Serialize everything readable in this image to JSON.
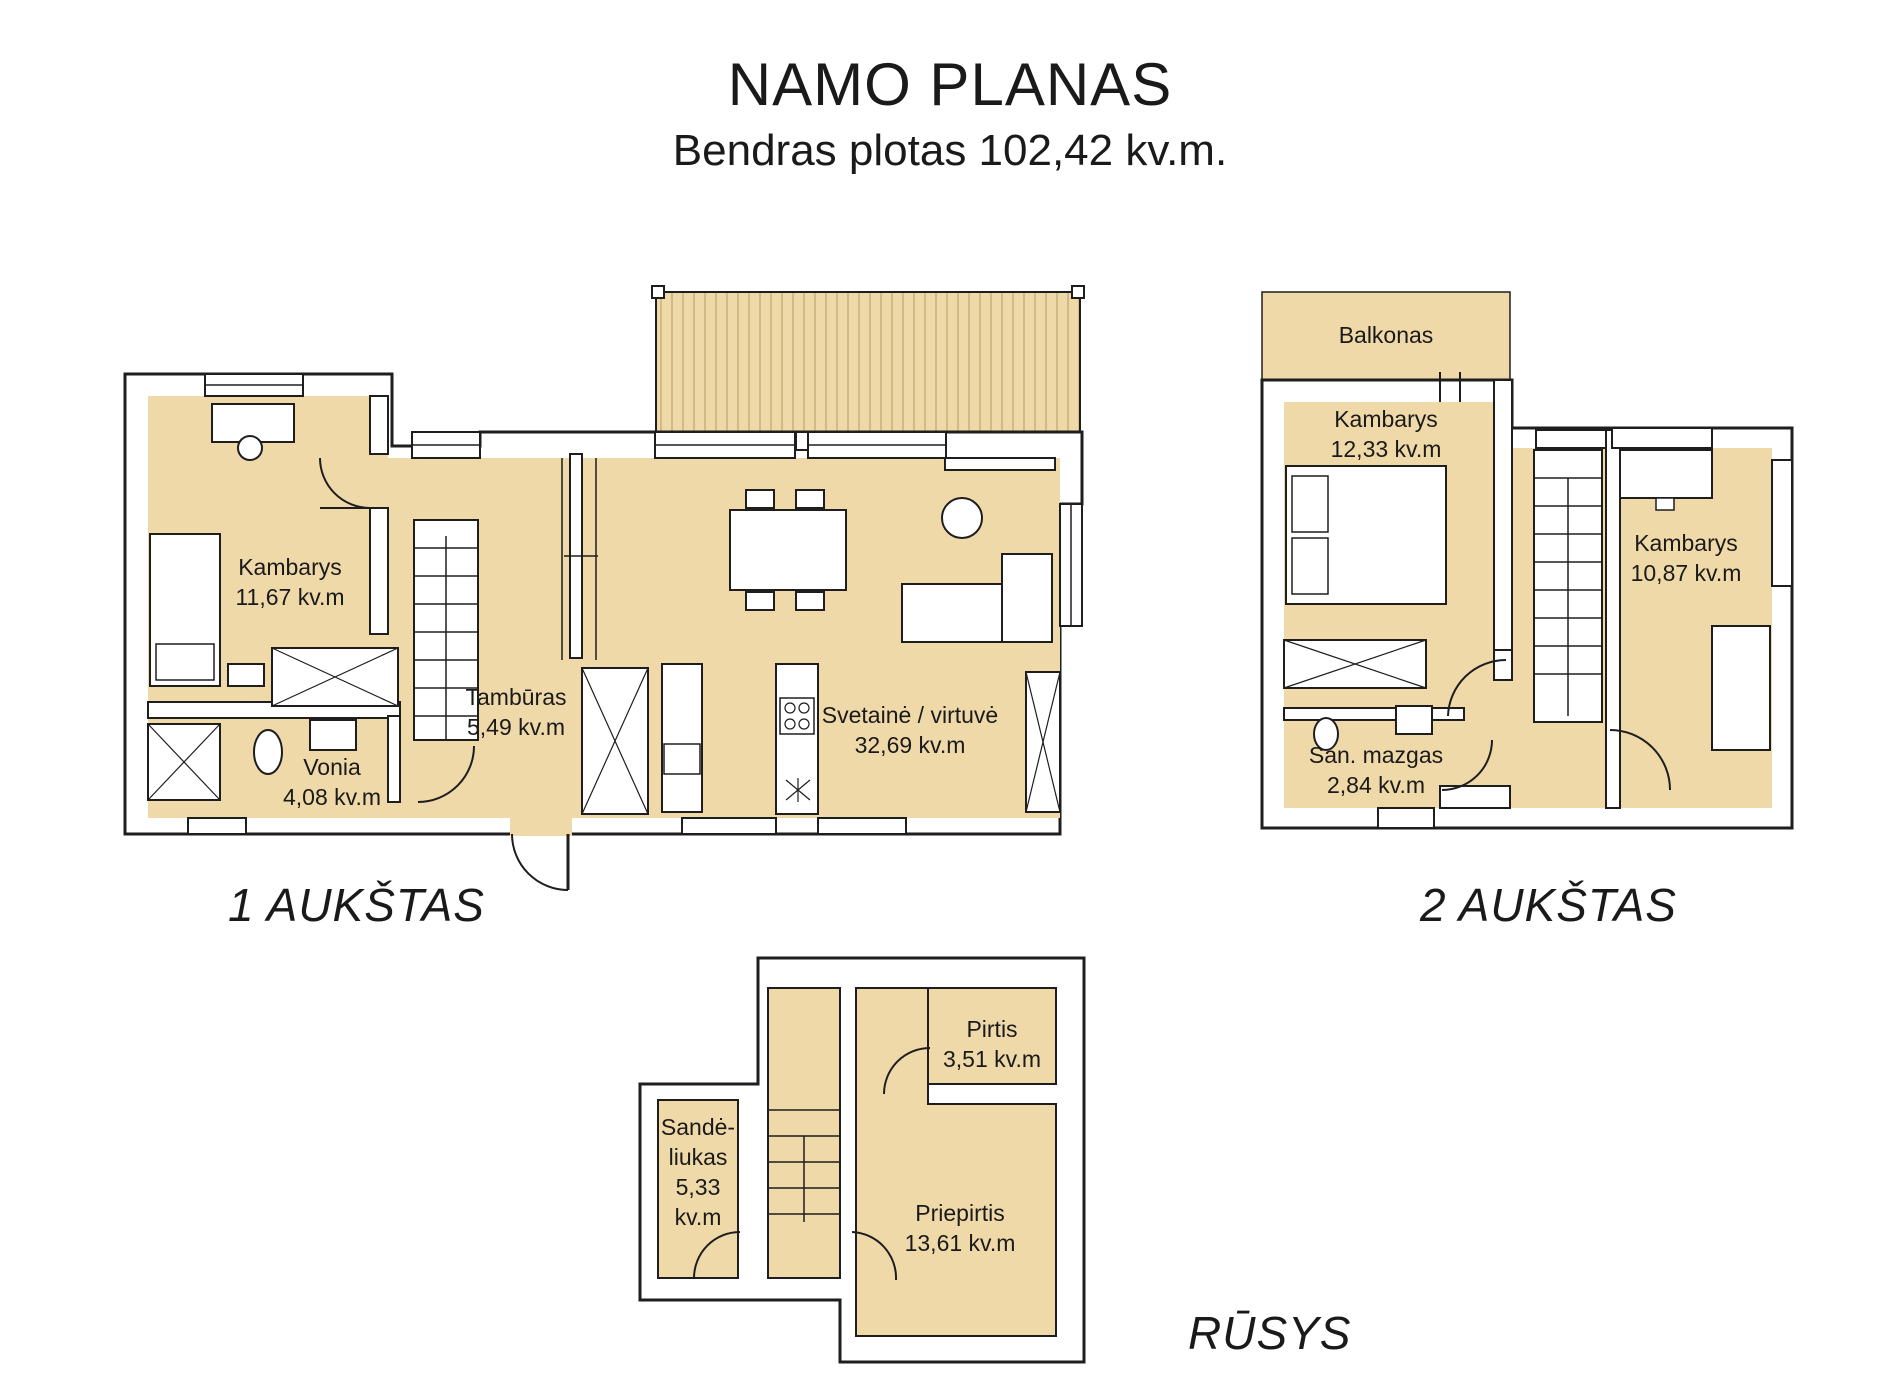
{
  "header": {
    "title": "NAMO PLANAS",
    "subtitle": "Bendras plotas 102,42 kv.m."
  },
  "floors": {
    "floor1": {
      "label": "1 AUKŠTAS",
      "rooms": {
        "kambarys": {
          "name": "Kambarys",
          "area": "11,67 kv.m"
        },
        "tamburas": {
          "name": "Tambūras",
          "area": "5,49 kv.m"
        },
        "vonia": {
          "name": "Vonia",
          "area": "4,08 kv.m"
        },
        "svetaine": {
          "name": "Svetainė / virtuvė",
          "area": "32,69 kv.m"
        }
      }
    },
    "floor2": {
      "label": "2 AUKŠTAS",
      "rooms": {
        "balkonas": {
          "name": "Balkonas"
        },
        "kambarys_a": {
          "name": "Kambarys",
          "area": "12,33 kv.m"
        },
        "kambarys_b": {
          "name": "Kambarys",
          "area": "10,87 kv.m"
        },
        "san_mazgas": {
          "name": "San. mazgas",
          "area": "2,84 kv.m"
        }
      }
    },
    "basement": {
      "label": "RŪSYS",
      "rooms": {
        "pirtis": {
          "name": "Pirtis",
          "area": "3,51 kv.m"
        },
        "sandeliukas": {
          "line1": "Sandė-",
          "line2": "liukas",
          "line3": "5,33",
          "line4": "kv.m"
        },
        "priepirtis": {
          "name": "Priepirtis",
          "area": "13,61 kv.m"
        }
      }
    }
  },
  "colors": {
    "floor_fill": "#efd9a9",
    "wall": "#1e1e1e",
    "background": "#ffffff",
    "terrace_stripe": "#c9b07a"
  }
}
